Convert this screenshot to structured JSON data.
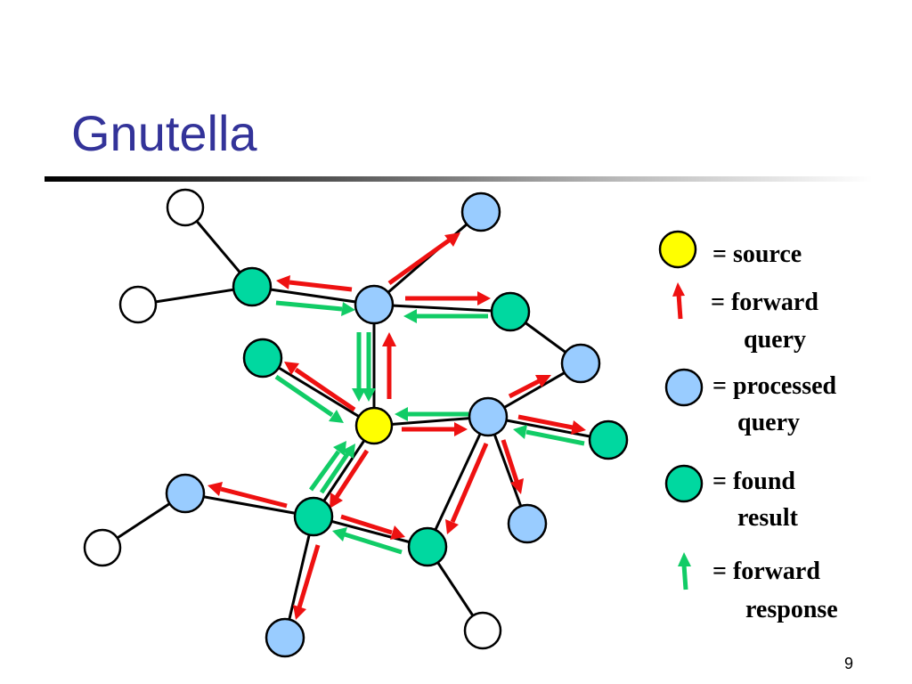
{
  "title": "Gnutella",
  "page_number": "9",
  "colors": {
    "title": "#333399",
    "source": "#ffff00",
    "processed": "#99ccff",
    "found": "#00d8a0",
    "unvisited": "#ffffff",
    "query_arrow": "#ee1111",
    "response_arrow": "#11cc66"
  },
  "legend": [
    {
      "symbol": "source-node",
      "lines": [
        "= source"
      ]
    },
    {
      "symbol": "forward-query-arrow",
      "lines": [
        "= forward",
        "query"
      ]
    },
    {
      "symbol": "processed-node",
      "lines": [
        "= processed",
        "query"
      ]
    },
    {
      "symbol": "found-node",
      "lines": [
        "= found",
        "result"
      ]
    },
    {
      "symbol": "forward-response-arrow",
      "lines": [
        "= forward",
        "response"
      ]
    }
  ]
}
